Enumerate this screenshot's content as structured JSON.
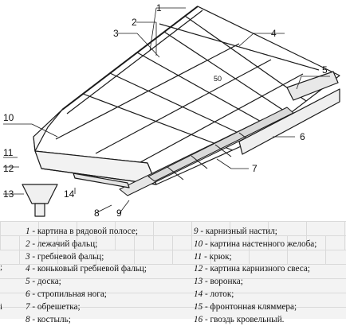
{
  "diagram": {
    "callouts": [
      "1",
      "2",
      "3",
      "4",
      "5",
      "6",
      "7",
      "8",
      "9",
      "10",
      "11",
      "12",
      "13",
      "14"
    ],
    "dimension_label": "50"
  },
  "legend": {
    "left": [
      {
        "num": "1",
        "text": " - картина в рядовой полосе;"
      },
      {
        "num": "2",
        "text": " - лежачий фальц;"
      },
      {
        "num": "3",
        "text": " - гребневой фальц;"
      },
      {
        "num": "4",
        "text": " - коньковый гребневой фальц;"
      },
      {
        "num": "5",
        "text": " - доска;"
      },
      {
        "num": "6",
        "text": " - стропильная нога;"
      },
      {
        "num": "7",
        "text": " - обрешетка;"
      },
      {
        "num": "8",
        "text": " - костыль;"
      }
    ],
    "right": [
      {
        "num": "9",
        "text": " - карнизный настил;"
      },
      {
        "num": "10",
        "text": " - картина настенного желоба;"
      },
      {
        "num": "11",
        "text": " - крюк;"
      },
      {
        "num": "12",
        "text": " - картина карнизного свеса;"
      },
      {
        "num": "13",
        "text": " - воронка;"
      },
      {
        "num": "14",
        "text": " - лоток;"
      },
      {
        "num": "15",
        "text": " - фронтонная кляммера;"
      },
      {
        "num": "16",
        "text": " - гвоздь кровельный."
      }
    ],
    "edge_fragments": [
      ";",
      "i"
    ]
  }
}
